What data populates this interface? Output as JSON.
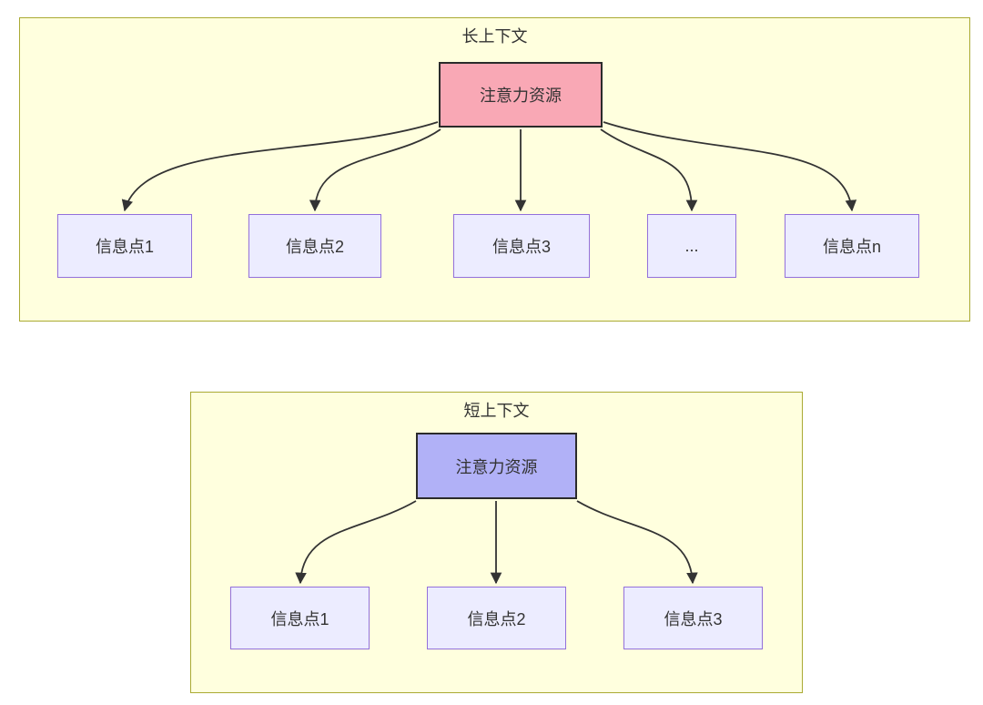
{
  "page": {
    "background_color": "#ffffff"
  },
  "colors": {
    "cluster_fill": "#ffffde",
    "cluster_border": "#aaaa33",
    "info_node_fill": "#ececff",
    "info_node_border": "#9370db",
    "attention_long_fill": "#f9a8b5",
    "attention_short_fill": "#b1b1f7",
    "attention_border": "#2b2b2b",
    "edge_color": "#333333",
    "text_color": "#333333"
  },
  "long_context": {
    "title": "长上下文",
    "attention_node": {
      "label": "注意力资源"
    },
    "info_nodes": [
      {
        "label": "信息点1"
      },
      {
        "label": "信息点2"
      },
      {
        "label": "信息点3"
      },
      {
        "label": "..."
      },
      {
        "label": "信息点n"
      }
    ],
    "edges": [
      {
        "from": "注意力资源",
        "to": "信息点1"
      },
      {
        "from": "注意力资源",
        "to": "信息点2"
      },
      {
        "from": "注意力资源",
        "to": "信息点3"
      },
      {
        "from": "注意力资源",
        "to": "..."
      },
      {
        "from": "注意力资源",
        "to": "信息点n"
      }
    ]
  },
  "short_context": {
    "title": "短上下文",
    "attention_node": {
      "label": "注意力资源"
    },
    "info_nodes": [
      {
        "label": "信息点1"
      },
      {
        "label": "信息点2"
      },
      {
        "label": "信息点3"
      }
    ],
    "edges": [
      {
        "from": "注意力资源",
        "to": "信息点1"
      },
      {
        "from": "注意力资源",
        "to": "信息点2"
      },
      {
        "from": "注意力资源",
        "to": "信息点3"
      }
    ]
  }
}
